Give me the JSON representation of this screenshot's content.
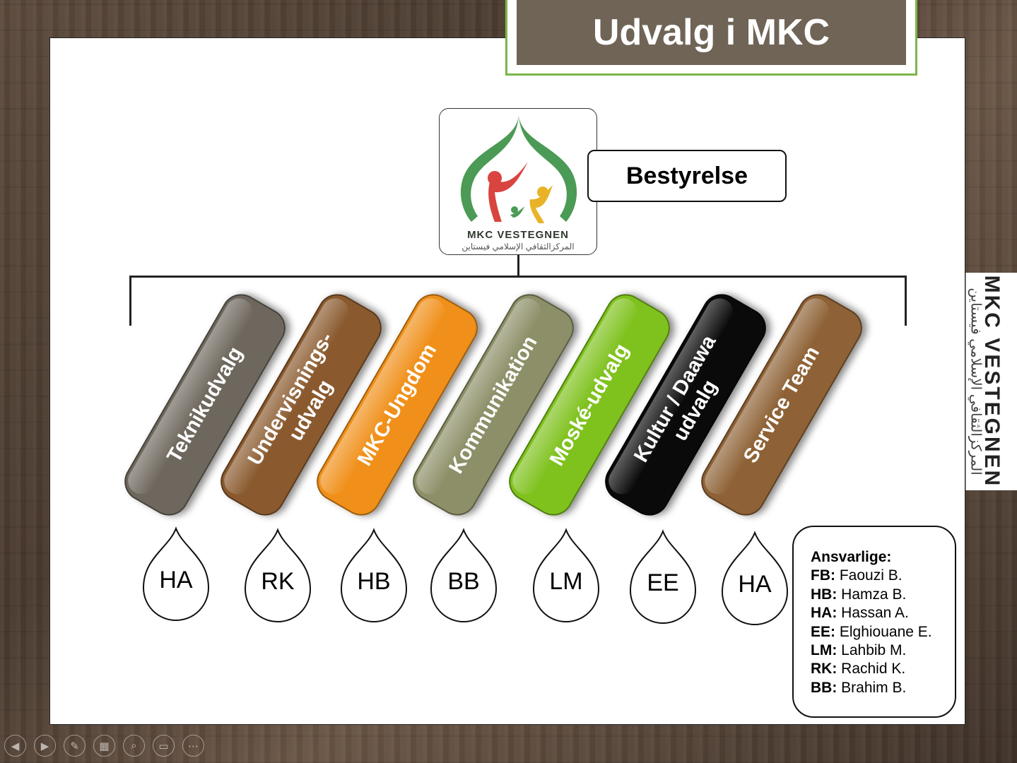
{
  "slide": {
    "title": "Udvalg i MKC",
    "logo_name": "MKC  VESTEGNEN",
    "logo_arabic": "المركزالثقافي الإسلامي فيستاين",
    "board_label": "Bestyrelse"
  },
  "colors": {
    "title_bg": "#6f6456",
    "title_border": "#7ab648",
    "logo_green": "#4b9a55",
    "logo_red": "#d9443f",
    "logo_yellow": "#e8b327"
  },
  "committees": [
    {
      "label": "Teknikudvalg",
      "color": "#6e675d",
      "lead": "HA"
    },
    {
      "label": "Undervisnings-\nudvalg",
      "color": "#8a5a2e",
      "lead": "RK"
    },
    {
      "label": "MKC-Ungdom",
      "color": "#f0901a",
      "lead": "HB"
    },
    {
      "label": "Kommunikation",
      "color": "#8d8f68",
      "lead": "BB"
    },
    {
      "label": "Moské-udvalg",
      "color": "#7fc21e",
      "lead": "LM"
    },
    {
      "label": "Kultur / Daawa\nudvalg",
      "color": "#0a0a0a",
      "lead": "EE"
    },
    {
      "label": "Service Team",
      "color": "#8e6236",
      "lead": "HA"
    }
  ],
  "legend": {
    "title": "Ansvarlige:",
    "entries": [
      {
        "code": "FB:",
        "name": "Faouzi B."
      },
      {
        "code": "HB:",
        "name": "Hamza B."
      },
      {
        "code": "HA:",
        "name": "Hassan A."
      },
      {
        "code": "EE:",
        "name": "Elghiouane E."
      },
      {
        "code": "LM:",
        "name": "Lahbib M."
      },
      {
        "code": "RK:",
        "name": "Rachid K."
      },
      {
        "code": "BB:",
        "name": "Brahim B."
      }
    ]
  },
  "side_logo": {
    "name": "MKC  VESTEGNEN",
    "arabic": "المركزالثقافي الإسلامي فيستاين"
  },
  "toolbar": {
    "buttons": [
      {
        "icon": "previous-icon",
        "glyph": "◀"
      },
      {
        "icon": "next-icon",
        "glyph": "▶"
      },
      {
        "icon": "pen-icon",
        "glyph": "✎"
      },
      {
        "icon": "slides-grid-icon",
        "glyph": "▦"
      },
      {
        "icon": "zoom-icon",
        "glyph": "⌕"
      },
      {
        "icon": "subtitles-icon",
        "glyph": "▭"
      },
      {
        "icon": "more-icon",
        "glyph": "⋯"
      }
    ]
  }
}
